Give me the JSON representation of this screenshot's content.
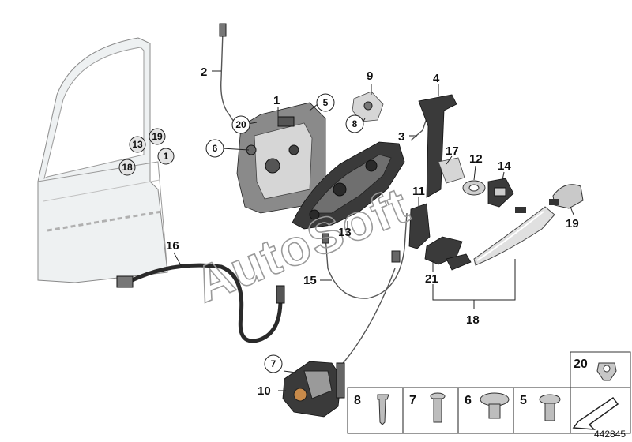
{
  "diagram": {
    "callouts": [
      {
        "id": "c1",
        "label": "1"
      },
      {
        "id": "c2",
        "label": "2"
      },
      {
        "id": "c3",
        "label": "3"
      },
      {
        "id": "c4",
        "label": "4"
      },
      {
        "id": "c9",
        "label": "9"
      },
      {
        "id": "c10",
        "label": "10"
      },
      {
        "id": "c11",
        "label": "11"
      },
      {
        "id": "c12",
        "label": "12"
      },
      {
        "id": "c13",
        "label": "13"
      },
      {
        "id": "c14",
        "label": "14"
      },
      {
        "id": "c15",
        "label": "15"
      },
      {
        "id": "c16",
        "label": "16"
      },
      {
        "id": "c17",
        "label": "17"
      },
      {
        "id": "c18",
        "label": "18"
      },
      {
        "id": "c19",
        "label": "19"
      },
      {
        "id": "c21",
        "label": "21"
      }
    ],
    "circled_callouts": [
      {
        "id": "r5",
        "label": "5"
      },
      {
        "id": "r6",
        "label": "6"
      },
      {
        "id": "r7",
        "label": "7"
      },
      {
        "id": "r8",
        "label": "8"
      },
      {
        "id": "r20",
        "label": "20"
      },
      {
        "id": "d13",
        "label": "13"
      },
      {
        "id": "d19",
        "label": "19"
      },
      {
        "id": "d18",
        "label": "18"
      },
      {
        "id": "d1",
        "label": "1"
      }
    ],
    "fastener_boxes": [
      {
        "id": "b8",
        "label": "8"
      },
      {
        "id": "b7",
        "label": "7"
      },
      {
        "id": "b6",
        "label": "6"
      },
      {
        "id": "b5",
        "label": "5"
      },
      {
        "id": "b20",
        "label": "20"
      }
    ],
    "watermark": "AutoSoft",
    "catalog_number": "442845"
  }
}
